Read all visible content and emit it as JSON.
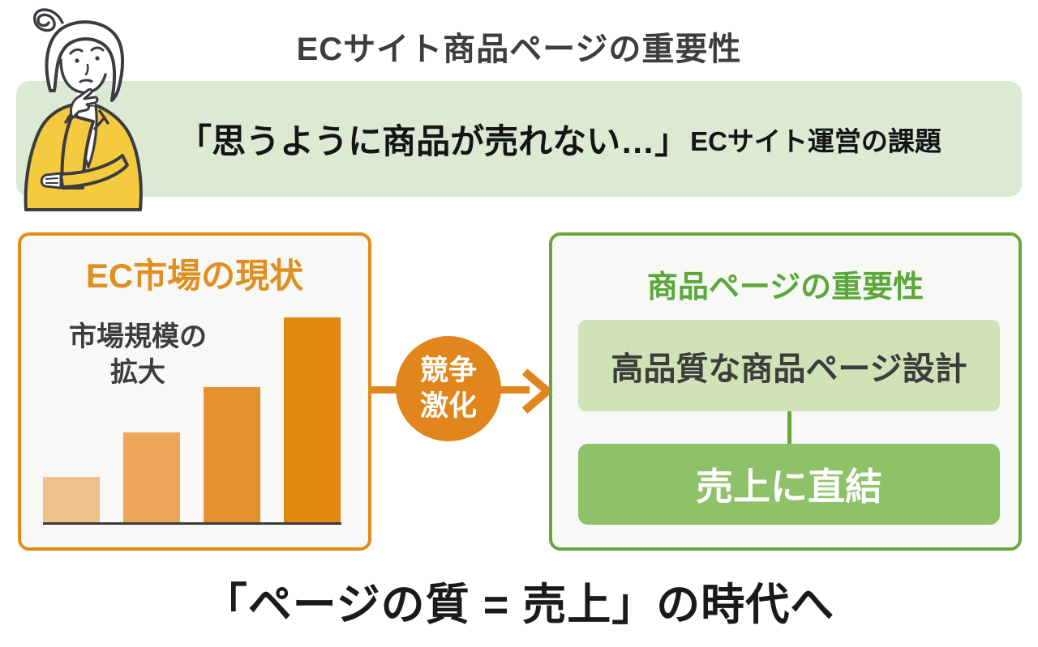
{
  "page": {
    "title": "ECサイト商品ページの重要性",
    "bottom_message": "「ページの質 = 売上」の時代へ",
    "background": "#ffffff"
  },
  "banner": {
    "quote": "「思うように商品が売れない…」",
    "caption": "ECサイト運営の課題",
    "bg_color": "#dce9d3",
    "text_color": "#141414"
  },
  "illustration": {
    "description": "line-art woman in yellow jacket thinking with hand on chin, confusion squiggle above head",
    "jacket_color": "#f4cb3e",
    "line_color": "#3b3b41"
  },
  "left_panel": {
    "title": "EC市場の現状",
    "title_color": "#de8f1f",
    "border_color": "#e28b15",
    "bg_color": "#f8f8f7",
    "chart_label": {
      "line1": "市場規模の",
      "line2": "拡大"
    }
  },
  "chart_data": {
    "type": "bar",
    "title": "市場規模の拡大",
    "categories": [
      "bar-1",
      "bar-2",
      "bar-3",
      "bar-4"
    ],
    "values_relative_pct": [
      22,
      44,
      66,
      100
    ],
    "bar_colors": [
      "#f0c28c",
      "#eca65a",
      "#e2912d",
      "#e1880f"
    ],
    "xlabel": "",
    "ylabel": "",
    "axes_shown": false,
    "baseline_color": "#3a3a3a"
  },
  "flow": {
    "circle_label": {
      "line1": "競争",
      "line2": "激化"
    },
    "circle_color": "#e0861c",
    "arrow_color": "#e0861c"
  },
  "right_panel": {
    "title": "商品ページの重要性",
    "title_color": "#5aa838",
    "border_color": "#67a83b",
    "bg_color": "#f8f8f7",
    "top_item": {
      "label": "高品質な商品ページ設計",
      "bg_color": "#cfe3b6",
      "text_color": "#3c3c3c"
    },
    "connector_color": "#67a83b",
    "bottom_item": {
      "label": "売上に直結",
      "bg_color": "#8ec269",
      "text_color": "#ffffff"
    }
  }
}
